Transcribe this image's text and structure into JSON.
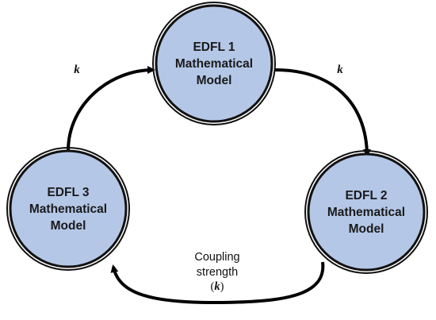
{
  "nodes": [
    {
      "id": "edfl-1",
      "lines": [
        "EDFL 1",
        "Mathematical",
        "Model"
      ]
    },
    {
      "id": "edfl-2",
      "lines": [
        "EDFL 2",
        "Mathematical",
        "Model"
      ]
    },
    {
      "id": "edfl-3",
      "lines": [
        "EDFL 3",
        "Mathematical",
        "Model"
      ]
    }
  ],
  "edge_labels": {
    "left": "k",
    "right": "k"
  },
  "bottom_caption": {
    "line1": "Coupling",
    "line2": "strength",
    "k_open": "(",
    "k_symbol": "k",
    "k_close": ")"
  },
  "colors": {
    "node_fill": "#b4c7e7",
    "node_stroke": "#111111",
    "arrow": "#000000"
  }
}
